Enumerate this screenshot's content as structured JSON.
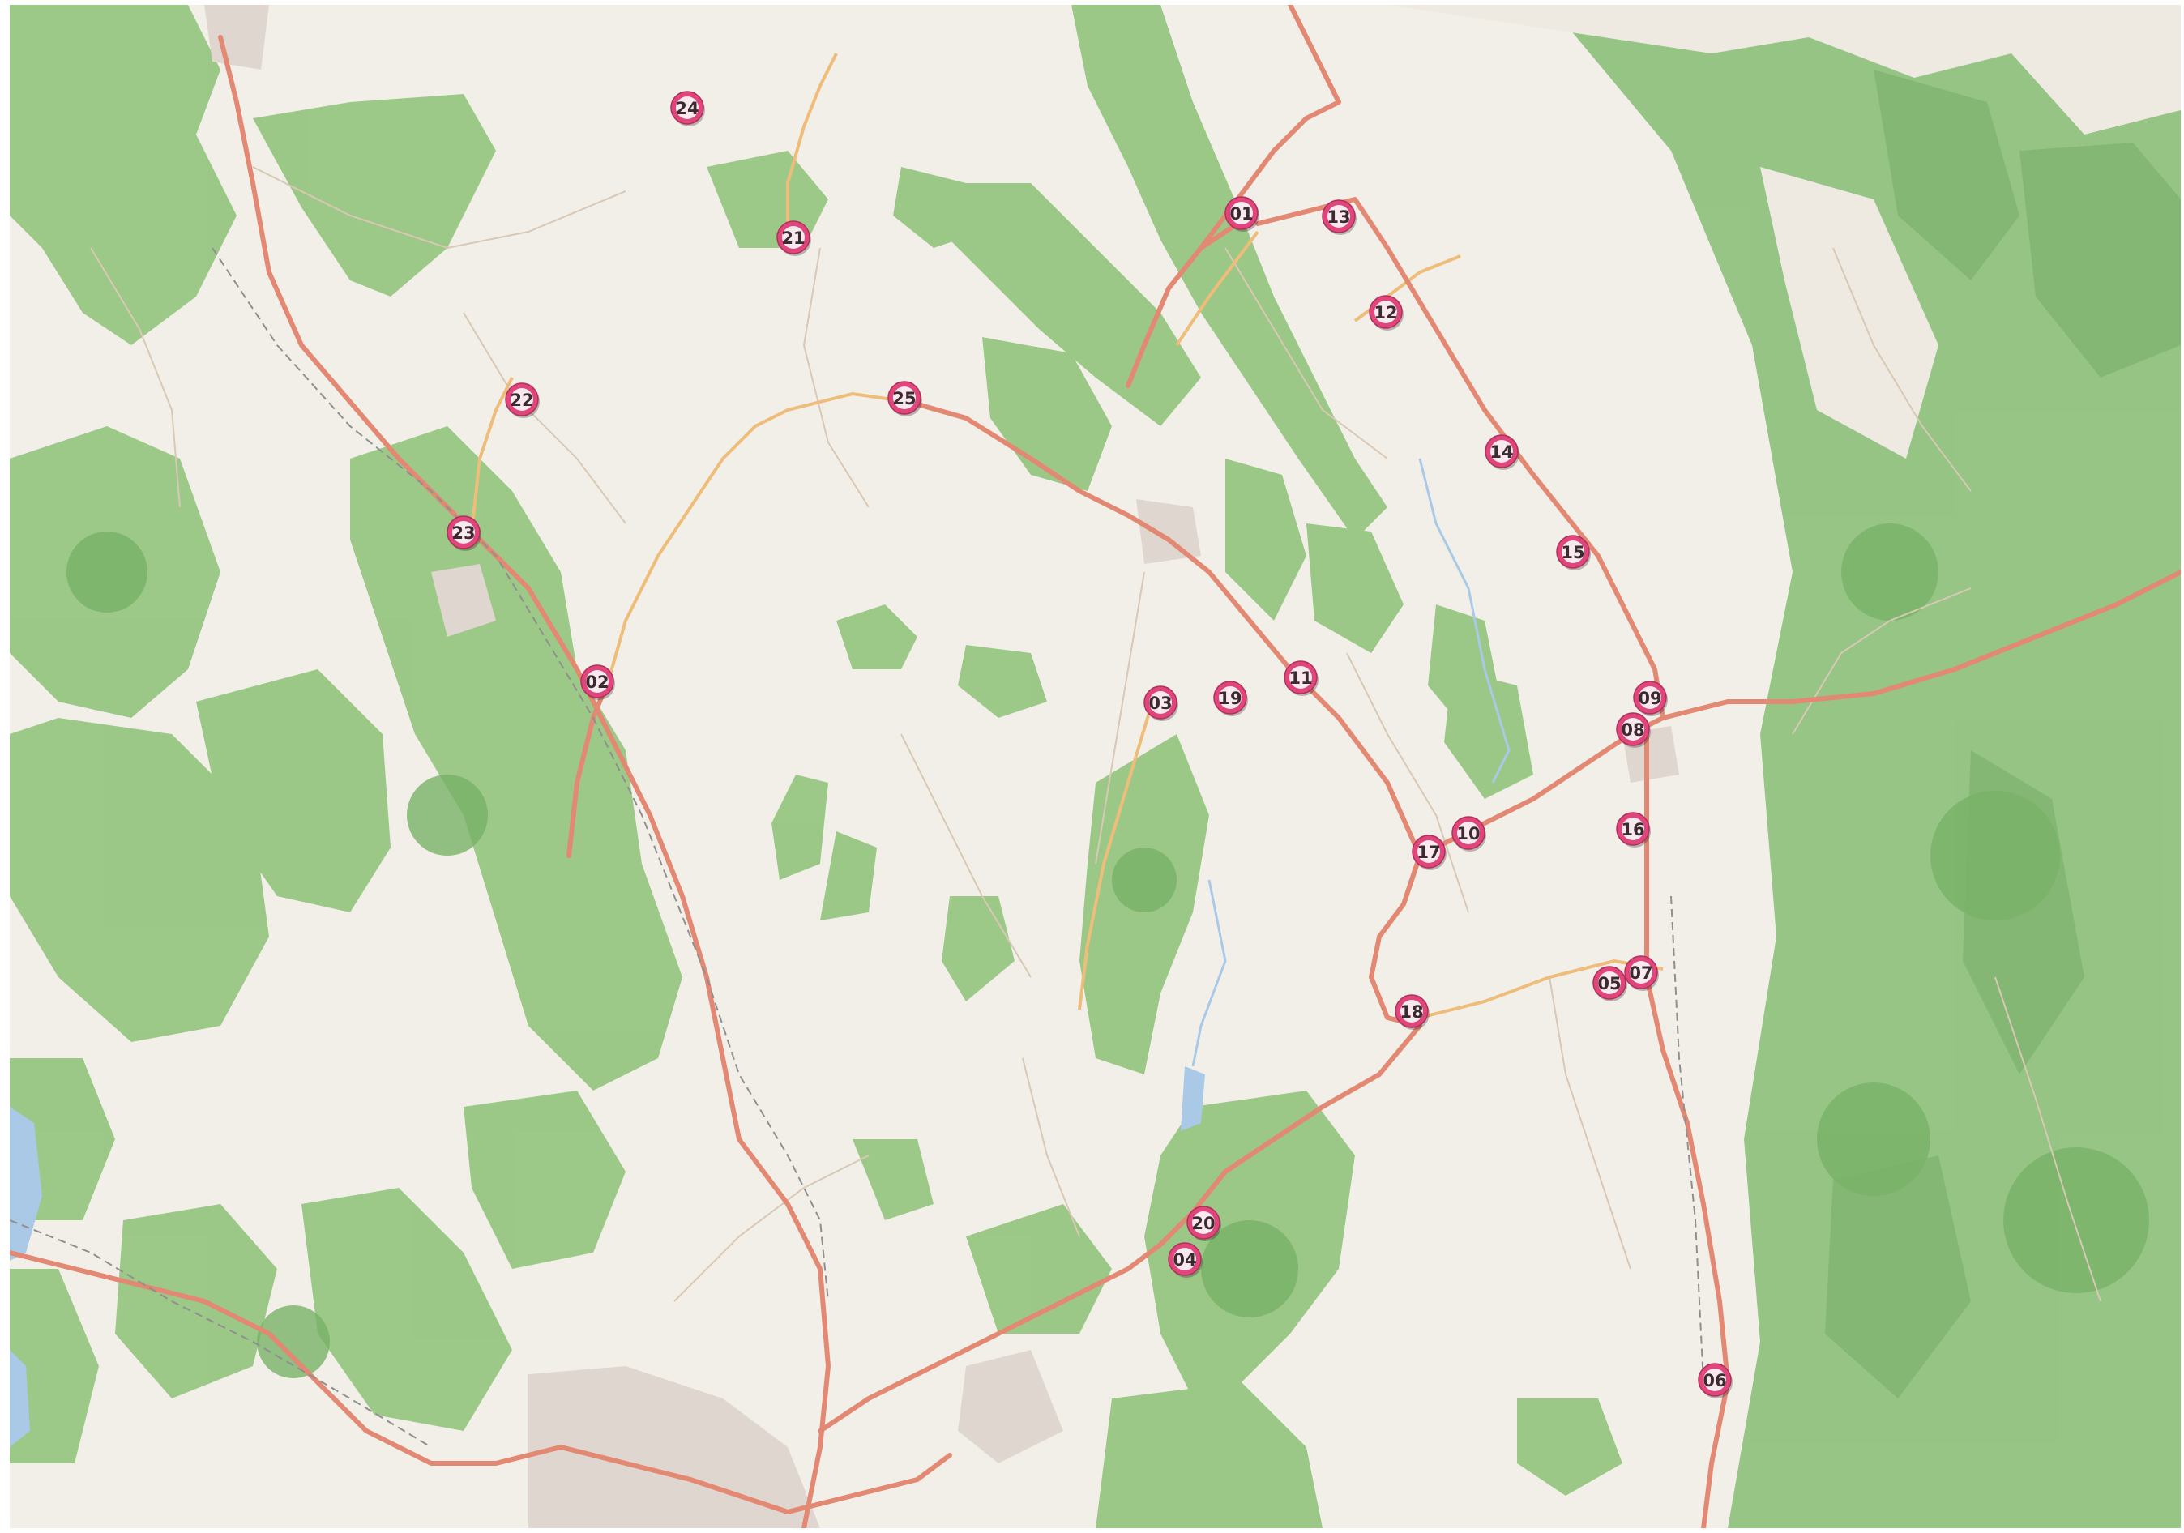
{
  "map": {
    "type": "topographic-street-map",
    "colors": {
      "land": "#f2efe9",
      "forest": "#8fc27a",
      "forest_dark": "#6fa95c",
      "major_road": "#e8927c",
      "secondary_road": "#f6c77c",
      "minor_road": "#d9c9b6",
      "water": "#a9c9e6",
      "urban": "#e0d9d2",
      "marker_fill": "#e0457b",
      "marker_center": "#f7e9ee",
      "marker_text": "#3b2a2f"
    },
    "markers": [
      {
        "label": "01",
        "icon": "numbered-pin"
      },
      {
        "label": "02",
        "icon": "numbered-pin"
      },
      {
        "label": "03",
        "icon": "numbered-pin"
      },
      {
        "label": "04",
        "icon": "numbered-pin"
      },
      {
        "label": "05",
        "icon": "numbered-pin"
      },
      {
        "label": "06",
        "icon": "numbered-pin"
      },
      {
        "label": "07",
        "icon": "numbered-pin"
      },
      {
        "label": "08",
        "icon": "numbered-pin"
      },
      {
        "label": "09",
        "icon": "numbered-pin"
      },
      {
        "label": "10",
        "icon": "numbered-pin"
      },
      {
        "label": "11",
        "icon": "numbered-pin"
      },
      {
        "label": "12",
        "icon": "numbered-pin"
      },
      {
        "label": "13",
        "icon": "numbered-pin"
      },
      {
        "label": "14",
        "icon": "numbered-pin"
      },
      {
        "label": "15",
        "icon": "numbered-pin"
      },
      {
        "label": "16",
        "icon": "numbered-pin"
      },
      {
        "label": "17",
        "icon": "numbered-pin"
      },
      {
        "label": "18",
        "icon": "numbered-pin"
      },
      {
        "label": "19",
        "icon": "numbered-pin"
      },
      {
        "label": "20",
        "icon": "numbered-pin"
      },
      {
        "label": "21",
        "icon": "numbered-pin"
      },
      {
        "label": "22",
        "icon": "numbered-pin"
      },
      {
        "label": "23",
        "icon": "numbered-pin"
      },
      {
        "label": "24",
        "icon": "numbered-pin"
      },
      {
        "label": "25",
        "icon": "numbered-pin"
      }
    ]
  }
}
